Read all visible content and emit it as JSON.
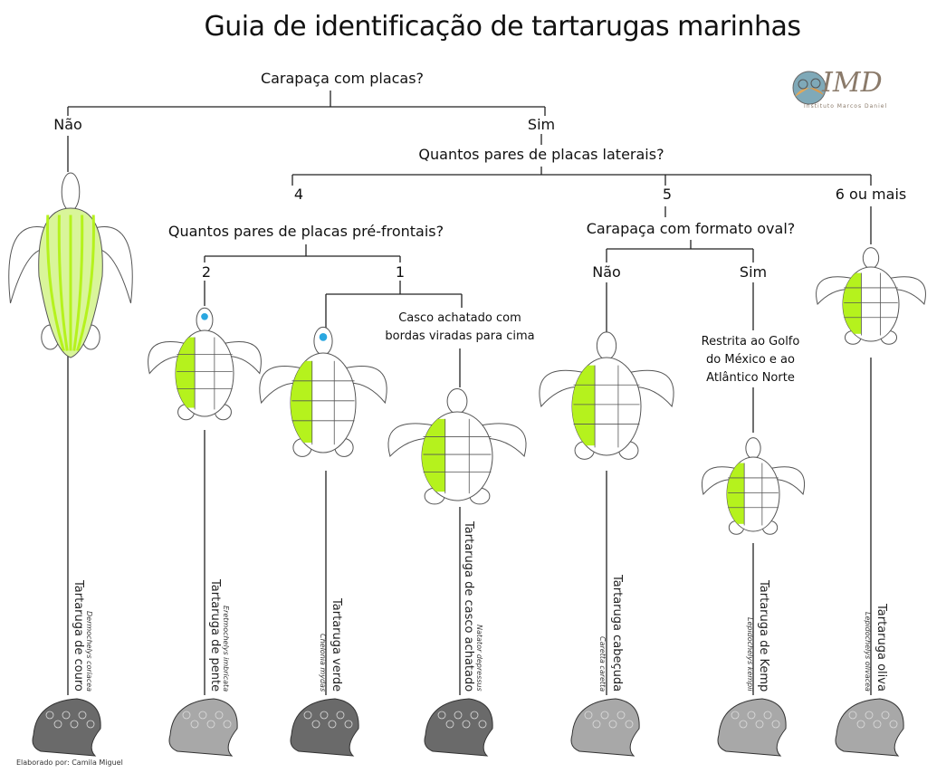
{
  "title": "Guia de identificação de tartarugas marinhas",
  "logo": {
    "text": "IMD",
    "subtitle": "Instituto Marcos Daniel"
  },
  "questions": {
    "q1": "Carapaça com placas?",
    "q2": "Quantos pares de placas laterais?",
    "q3": "Quantos pares de placas pré-frontais?",
    "q4": "Carapaça com formato oval?"
  },
  "answers": {
    "q1_no": "Não",
    "q1_yes": "Sim",
    "q2_4": "4",
    "q2_5": "5",
    "q2_6": "6 ou mais",
    "q3_2": "2",
    "q3_1": "1",
    "q4_no": "Não",
    "q4_yes": "Sim"
  },
  "notes": {
    "flatback": [
      "Casco achatado com",
      "bordas viradas para cima"
    ],
    "kemp": [
      "Restrita ao Golfo",
      "do México e ao",
      "Atlântico Norte"
    ]
  },
  "species": [
    {
      "name": "Tartaruga de couro",
      "scientific": "Dermochelys coriacea"
    },
    {
      "name": "Tartaruga de pente",
      "scientific": "Eretmochelys imbricata"
    },
    {
      "name": "Tartaruga verde",
      "scientific": "Chelonia mydas"
    },
    {
      "name": "Tartaruga de casco achatado",
      "scientific": "Natator depressus"
    },
    {
      "name": "Tartaruga cabeçuda",
      "scientific": "Caretta caretta"
    },
    {
      "name": "Tartaruga de Kemp",
      "scientific": "Lepidochelys kempii"
    },
    {
      "name": "Tartaruga oliva",
      "scientific": "Lepidochelys olivacea"
    }
  ],
  "footer": "Elaborado por: Camila Miguel",
  "colors": {
    "highlight": "#b5f21d",
    "prefrontal": "#2aa7e0",
    "line": "#222222"
  }
}
